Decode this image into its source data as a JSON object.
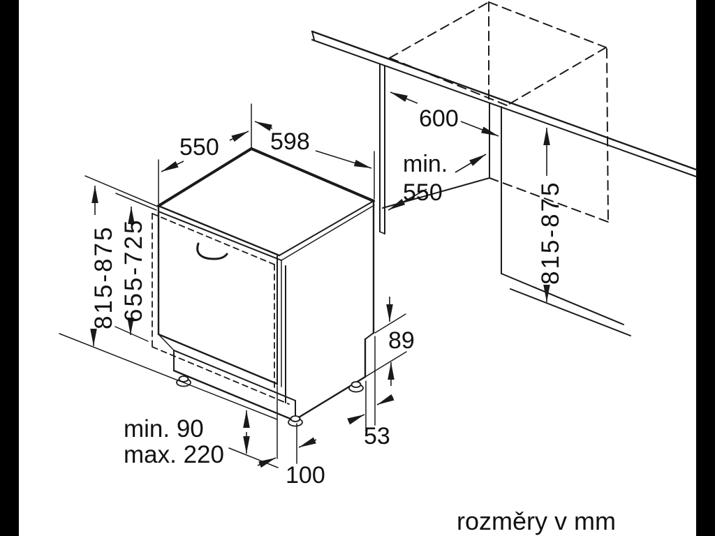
{
  "diagram": {
    "unit_note": "rozměry v mm",
    "dimensions": {
      "top_depth": "550",
      "front_width": "598",
      "niche_width": "600",
      "niche_depth_prefix": "min.",
      "niche_depth_value": "550",
      "niche_height": "815-875",
      "appliance_height": "815-875",
      "door_panel_height": "655-725",
      "rear_clearance_height": "89",
      "rear_clearance_depth": "53",
      "plinth_clearance_min": "min. 90",
      "plinth_clearance_max": "max. 220",
      "plinth_recess_depth": "100"
    },
    "colors": {
      "line": "#1a1a1a",
      "background": "#ffffff",
      "pillarbox": "#000000"
    }
  }
}
